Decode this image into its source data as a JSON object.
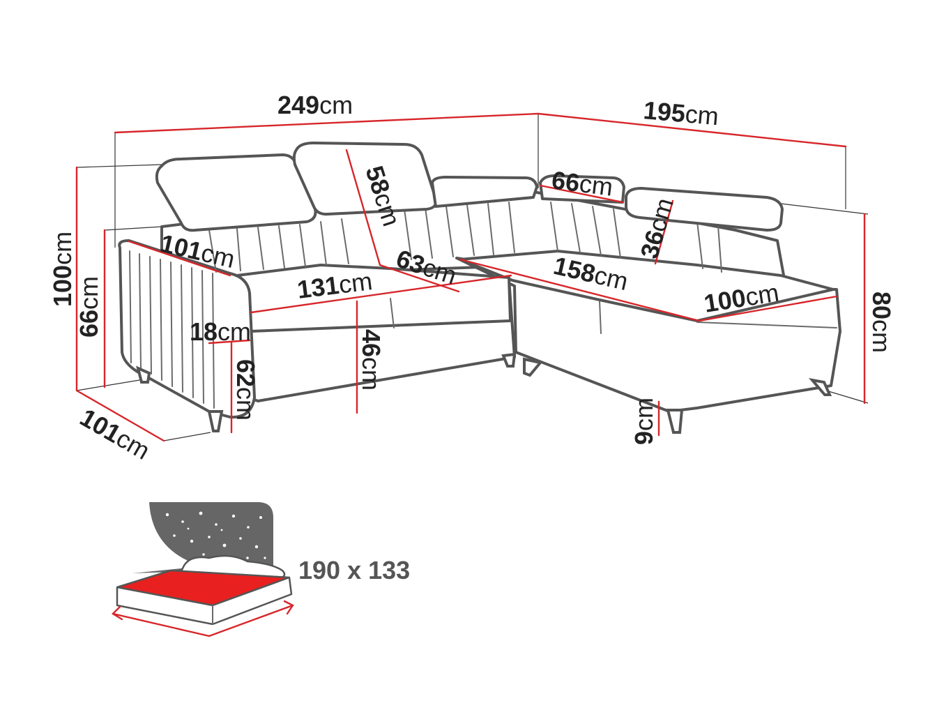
{
  "unit": "cm",
  "colors": {
    "dimension_line": "#d7262a",
    "outline": "#555555",
    "mattress": "#e8201f",
    "night_sky": "#666666"
  },
  "dimensions": {
    "total_width": {
      "value": "249",
      "unit": "cm"
    },
    "chaise_depth": {
      "value": "195",
      "unit": "cm"
    },
    "total_height": {
      "value": "100",
      "unit": "cm"
    },
    "armrest_height": {
      "value": "66",
      "unit": "cm"
    },
    "depth_left": {
      "value": "101",
      "unit": "cm"
    },
    "armrest_length": {
      "value": "101",
      "unit": "cm"
    },
    "armrest_width": {
      "value": "18",
      "unit": "cm"
    },
    "seat_height": {
      "value": "62",
      "unit": "cm"
    },
    "headrest_height": {
      "value": "58",
      "unit": "cm"
    },
    "seat_depth": {
      "value": "63",
      "unit": "cm"
    },
    "seat_width": {
      "value": "131",
      "unit": "cm"
    },
    "seat_front_height": {
      "value": "46",
      "unit": "cm"
    },
    "corner_backrest": {
      "value": "66",
      "unit": "cm"
    },
    "corner_headrest": {
      "value": "36",
      "unit": "cm"
    },
    "chaise_length": {
      "value": "158",
      "unit": "cm"
    },
    "chaise_width": {
      "value": "100",
      "unit": "cm"
    },
    "chaise_height": {
      "value": "80",
      "unit": "cm"
    },
    "leg_height": {
      "value": "9",
      "unit": "cm"
    }
  },
  "bed": {
    "label": "190 x 133",
    "icon": "bed-sleeping-area-icon"
  }
}
